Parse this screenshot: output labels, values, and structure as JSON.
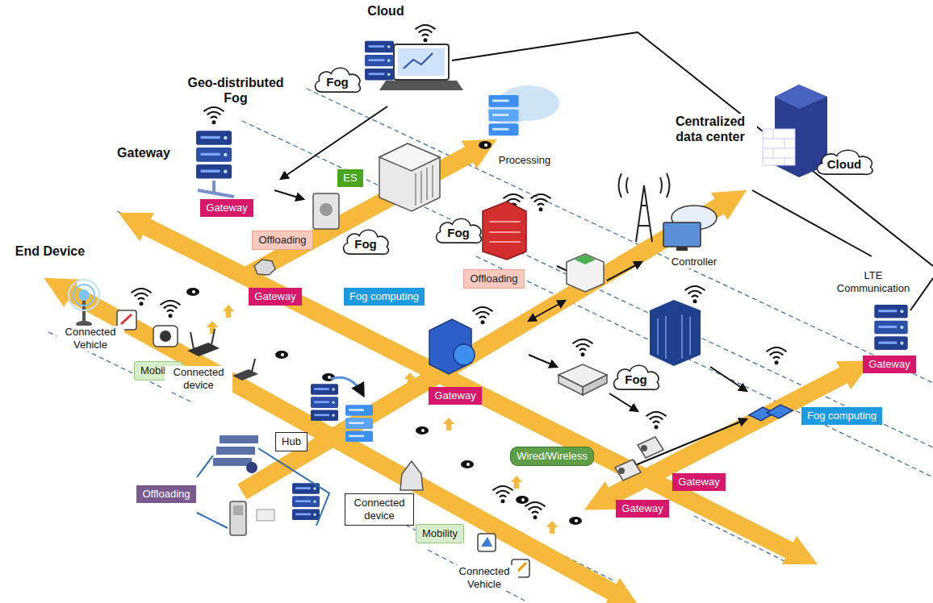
{
  "diagram": {
    "nodes": [
      {
        "text": [
          "Fog"
        ]
      },
      {
        "text": [
          "ES"
        ]
      },
      {
        "text": [
          "Cloud"
        ]
      },
      {
        "text": [
          "Gateway"
        ]
      },
      {
        "text": [
          "Offloading"
        ]
      },
      {
        "text": [
          "Fog"
        ]
      },
      {
        "text": [
          "Fog"
        ]
      },
      {
        "text": [
          "Gateway"
        ]
      },
      {
        "text": [
          "Fog computing"
        ]
      },
      {
        "text": [
          "Offloading"
        ]
      },
      {
        "text": [
          "Gateway"
        ]
      },
      {
        "text": [
          "Mobility"
        ]
      },
      {
        "text": [
          "Gateway"
        ]
      },
      {
        "text": [
          "Fog"
        ]
      },
      {
        "text": [
          "Fog computing"
        ]
      },
      {
        "text": [
          "Hub"
        ]
      },
      {
        "text": [
          "Offloading"
        ]
      },
      {
        "text": [
          "Wired/Wireless"
        ]
      },
      {
        "text": [
          "Gateway"
        ]
      },
      {
        "text": [
          "Gateway"
        ]
      },
      {
        "text": [
          "Connected device"
        ]
      },
      {
        "text": [
          "Mobility"
        ]
      }
    ],
    "labels": [
      "Cloud",
      "Geo-distributed Fog",
      "Gateway",
      "Processing",
      "Centralized data center",
      "End Device",
      "Controller",
      "LTE Communication",
      "Connected Vehicle",
      "Connected device",
      "Connected Vehicle"
    ]
  }
}
